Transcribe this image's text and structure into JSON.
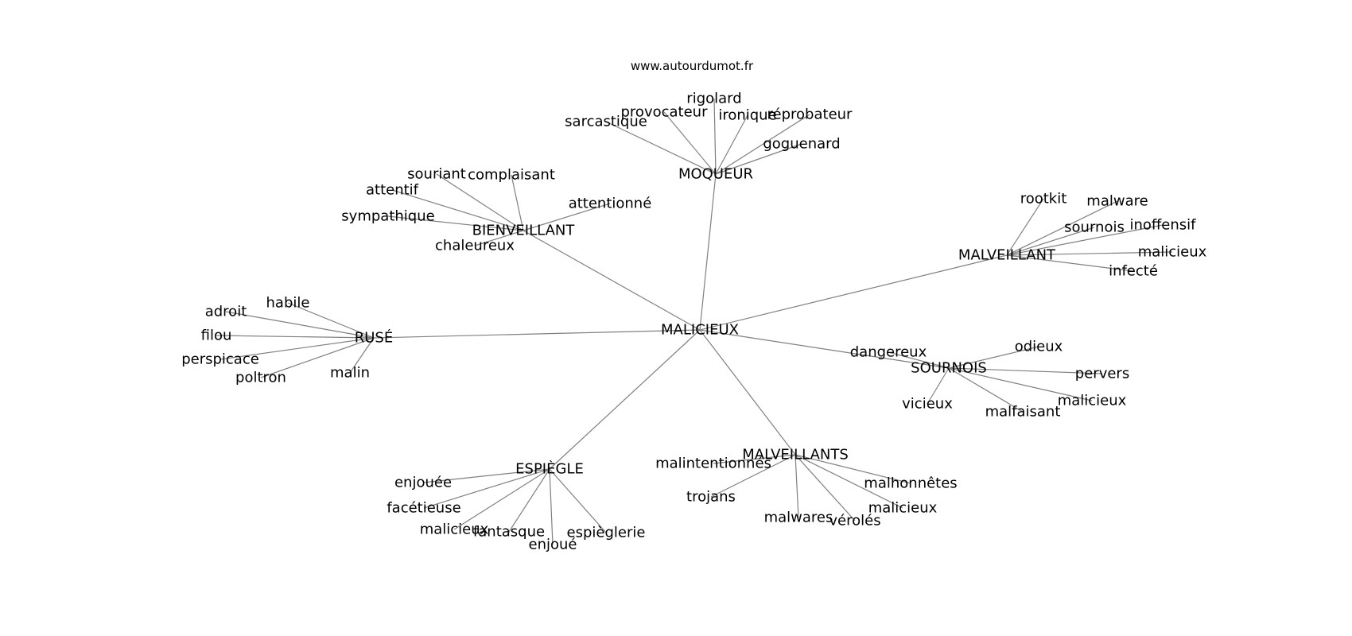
{
  "source": "www.autourdumot.fr",
  "center": "MALICIEUX",
  "groups": [
    {
      "id": "moqueur",
      "label": "MOQUEUR",
      "leaves": [
        "sarcastique",
        "provocateur",
        "rigolard",
        "ironique",
        "réprobateur",
        "goguenard"
      ]
    },
    {
      "id": "bienveillant",
      "label": "BIENVEILLANT",
      "leaves": [
        "souriant",
        "complaisant",
        "attentif",
        "sympathique",
        "attentionné",
        "chaleureux"
      ]
    },
    {
      "id": "malveillant",
      "label": "MALVEILLANT",
      "leaves": [
        "rootkit",
        "malware",
        "sournois",
        "inoffensif",
        "malicieux",
        "infecté"
      ]
    },
    {
      "id": "ruse",
      "label": "RUSÉ",
      "leaves": [
        "habile",
        "adroit",
        "filou",
        "perspicace",
        "poltron",
        "malin"
      ]
    },
    {
      "id": "sournois",
      "label": "SOURNOIS",
      "leaves": [
        "dangereux",
        "odieux",
        "pervers",
        "vicieux",
        "malfaisant",
        "malicieux"
      ]
    },
    {
      "id": "malveillants",
      "label": "MALVEILLANTS",
      "leaves": [
        "malintentionnés",
        "trojans",
        "malwares",
        "vérolés",
        "malicieux",
        "malhonnêtes"
      ]
    },
    {
      "id": "espiegle",
      "label": "ESPIÈGLE",
      "leaves": [
        "enjouée",
        "facétieuse",
        "malicieux",
        "fantasque",
        "enjoué",
        "espièglerie"
      ]
    }
  ]
}
